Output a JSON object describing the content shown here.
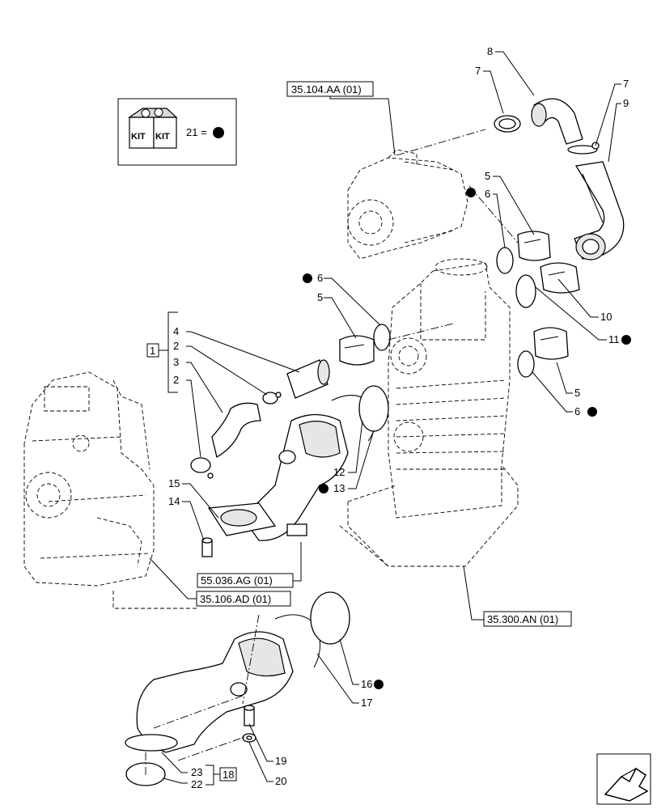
{
  "kit_box": {
    "kit_left": "KIT",
    "kit_right": "KIT",
    "legend": "21 ="
  },
  "references": {
    "r35104": "35.104.AA (01)",
    "r55036": "55.036.AG (01)",
    "r35106": "35.106.AD (01)",
    "r35300": "35.300.AN (01)"
  },
  "labels": {
    "l8": "8",
    "l7a": "7",
    "l7b": "7",
    "l9": "9",
    "l5a": "5",
    "l6a": "6",
    "l6b": "6",
    "l5b": "5",
    "l4": "4",
    "l2a": "2",
    "l3": "3",
    "l2b": "2",
    "l1": "1",
    "l10": "10",
    "l11": "11",
    "l5c": "5",
    "l6c": "6",
    "l12": "12",
    "l13": "13",
    "l15": "15",
    "l14": "14",
    "l16": "16",
    "l17": "17",
    "l19": "19",
    "l20": "20",
    "l23": "23",
    "l22": "22",
    "l18": "18"
  },
  "colors": {
    "line": "#000000",
    "background": "#ffffff",
    "shade": "#e6e6e6"
  }
}
